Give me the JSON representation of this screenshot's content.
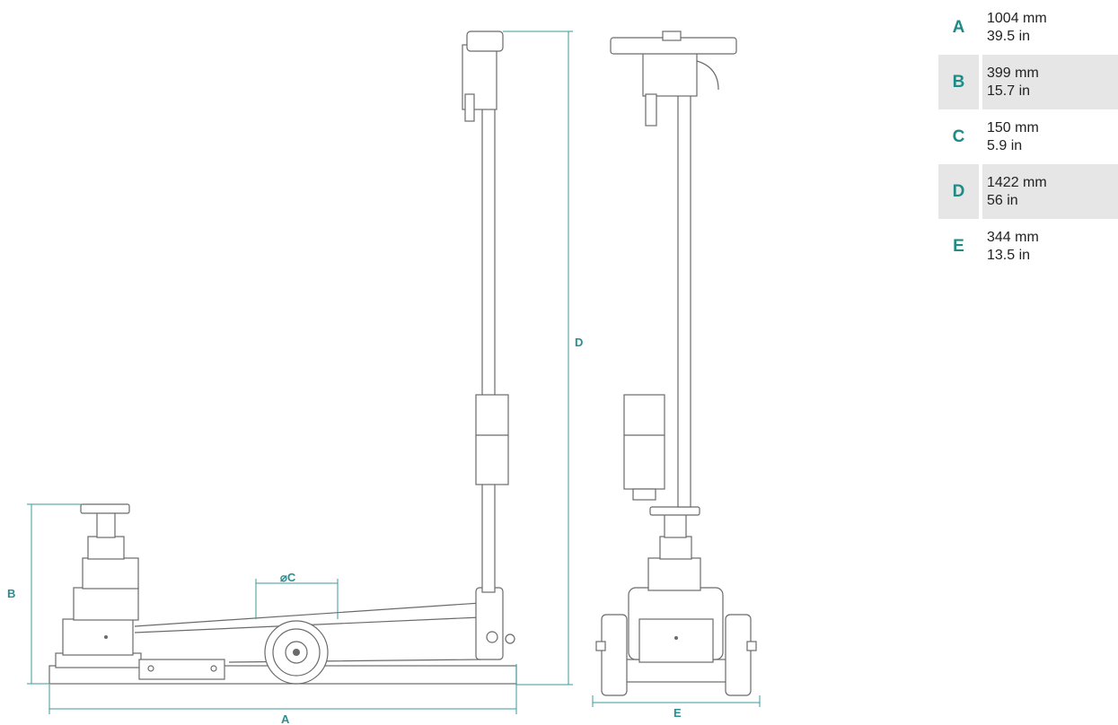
{
  "dimension_labels": {
    "A": "A",
    "B": "B",
    "C": "⌀C",
    "D": "D",
    "E": "E"
  },
  "specs": [
    {
      "letter": "A",
      "mm": "1004 mm",
      "in": "39.5 in"
    },
    {
      "letter": "B",
      "mm": "399 mm",
      "in": "15.7 in"
    },
    {
      "letter": "C",
      "mm": "150 mm",
      "in": "5.9 in"
    },
    {
      "letter": "D",
      "mm": "1422 mm",
      "in": "56 in"
    },
    {
      "letter": "E",
      "mm": "344 mm",
      "in": "13.5 in"
    }
  ],
  "colors": {
    "accent": "#1f8a86",
    "row_shade": "#e6e6e6",
    "line": "#6a6a6a"
  }
}
